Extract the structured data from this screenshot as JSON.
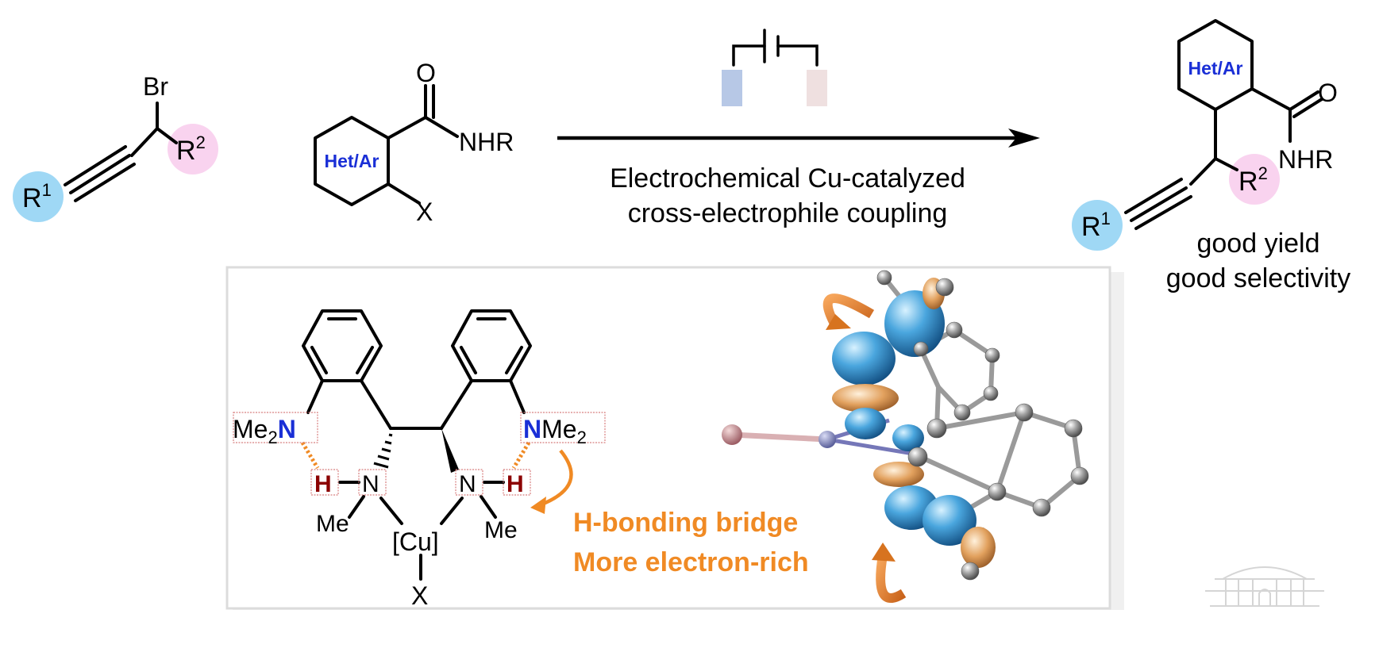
{
  "reactant1": {
    "br": "Br",
    "r1": "R",
    "r1_sup": "1",
    "r2": "R",
    "r2_sup": "2"
  },
  "reactant2": {
    "ring": "Het/Ar",
    "o": "O",
    "nhr": "NHR",
    "x": "X"
  },
  "reaction": {
    "line1": "Electrochemical Cu-catalyzed",
    "line2": "cross-electrophile coupling"
  },
  "product": {
    "ring": "Het/Ar",
    "o": "O",
    "nhr": "NHR",
    "r1": "R",
    "r1_sup": "1",
    "r2": "R",
    "r2_sup": "2",
    "note1": "good yield",
    "note2": "good selectivity"
  },
  "ligand": {
    "left_nme2_pre": "Me",
    "left_nme2_sub": "2",
    "left_n": "N",
    "right_n": "N",
    "right_nme2_post": "Me",
    "right_nme2_sub": "2",
    "h": "H",
    "n": "N",
    "me": "Me",
    "cu": "[Cu]",
    "x": "X",
    "callout1": "H-bonding bridge",
    "callout2": "More electron-rich"
  },
  "colors": {
    "r1_circle": "#9fd8f5",
    "r2_circle": "#f9d3ef",
    "ring_fill": "#c6e9f8",
    "ring_label": "#1a2fd6",
    "n_blue": "#1a2fd6",
    "h_darkred": "#8b0000",
    "orange": "#f08a24",
    "electrode_left": "#b7c8e6",
    "electrode_right": "#efe0e0"
  }
}
